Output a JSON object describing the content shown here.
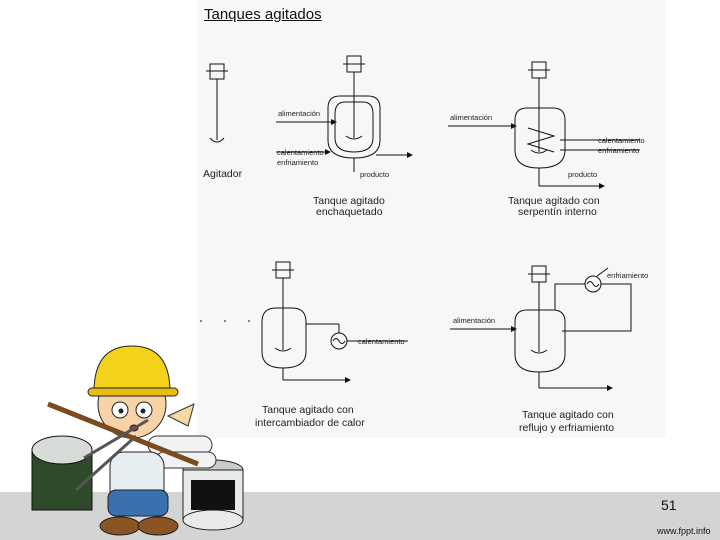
{
  "slide": {
    "title": "Tanques agitados",
    "page_number": "51",
    "footer_brand": "www.fppt.info"
  },
  "diagrams": {
    "agitator": {
      "label": "Agitador"
    },
    "jacketed": {
      "caption_line1": "Tanque agitado",
      "caption_line2": "enchaquetado",
      "feed": "alimentación",
      "heating": "calentamiento",
      "cooling": "enfriamiento",
      "product": "producto"
    },
    "coil": {
      "caption_line1": "Tanque agitado con",
      "caption_line2": "serpentín interno",
      "feed": "alimentación",
      "heating": "calentamiento",
      "cooling": "enfriamiento",
      "product": "producto"
    },
    "exchanger": {
      "caption_line1": "Tanque agitado con",
      "caption_line2": "intercambiador de calor",
      "heating_cooling": "calentamiento"
    },
    "reflux": {
      "caption_line1": "Tanque agitado con",
      "caption_line2": "reflujo y erfriamiento",
      "feed": "alimentación",
      "cooling": "enfriamiento"
    }
  }
}
